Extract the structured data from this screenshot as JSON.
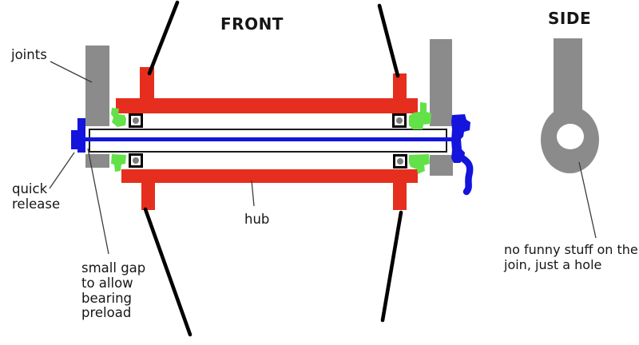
{
  "colors": {
    "bg": "#ffffff",
    "red": "#e62e1e",
    "green": "#62e148",
    "blue": "#1414dd",
    "gray": "#8b8b8b",
    "dot": "#7c7c7c",
    "black": "#000000",
    "pointer": "#3c3c3c"
  },
  "titles": {
    "front": "FRONT",
    "side": "SIDE"
  },
  "annotations": {
    "joints": "joints",
    "quick_release": "quick\nrelease",
    "small_gap": "small gap\nto allow\nbearing\npreload",
    "hub": "hub",
    "side_note": "no funny stuff on the\njoin, just a hole"
  }
}
